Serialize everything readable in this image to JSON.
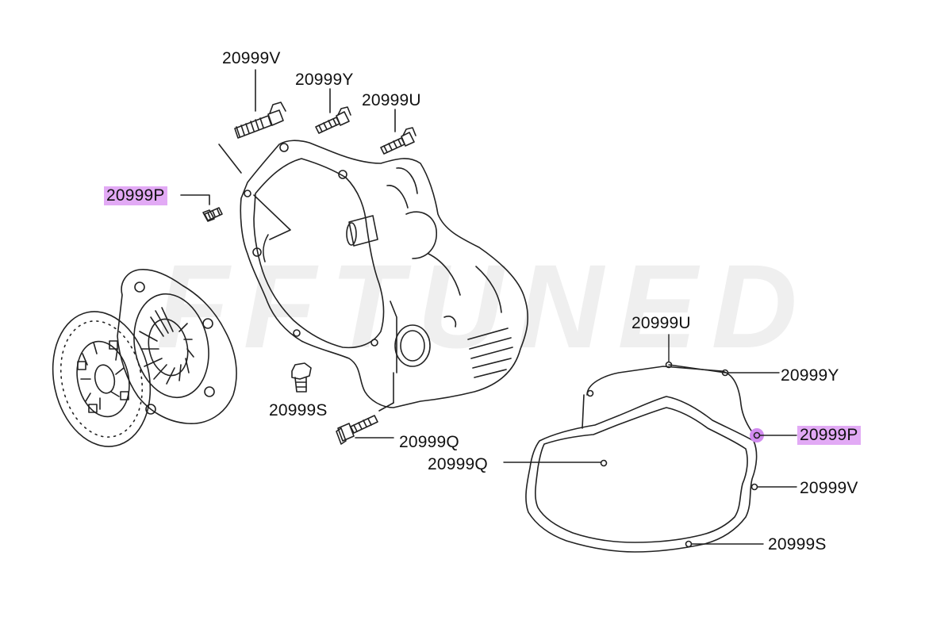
{
  "colors": {
    "line": "#222222",
    "highlight": "#e2aaf5",
    "highlight_ring": "#d28cf0",
    "watermark": "#efefef"
  },
  "watermark": {
    "text": "FFTUNED"
  },
  "callouts": {
    "top_v": "20999V",
    "top_y": "20999Y",
    "top_u": "20999U",
    "left_p": "20999P",
    "mid_s": "20999S",
    "mid_q": "20999Q",
    "gasket_u": "20999U",
    "gasket_y": "20999Y",
    "gasket_p": "20999P",
    "gasket_q": "20999Q",
    "gasket_v": "20999V",
    "gasket_s": "20999S"
  },
  "highlighted": [
    "left_p",
    "gasket_p"
  ]
}
